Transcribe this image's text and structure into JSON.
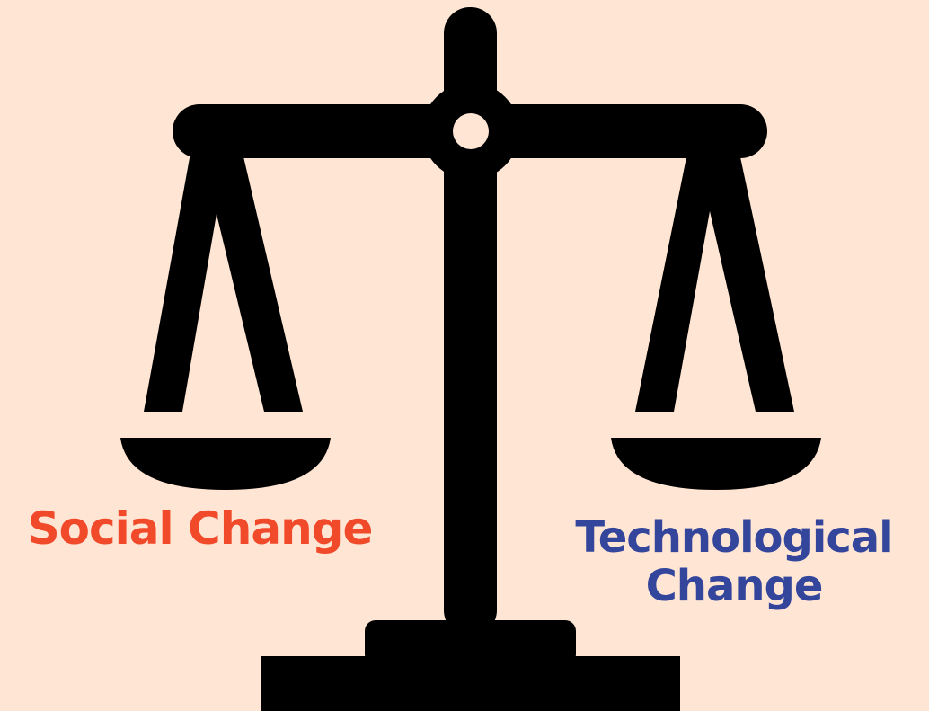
{
  "colors": {
    "background": "#FEE5D4",
    "scale": "#000000",
    "left_label": "#F04A2B",
    "right_label": "#33469C"
  },
  "labels": {
    "left": "Social Change",
    "right_line1": "Technological",
    "right_line2": "Change"
  },
  "icons": {
    "main": "balance-scale-icon"
  }
}
